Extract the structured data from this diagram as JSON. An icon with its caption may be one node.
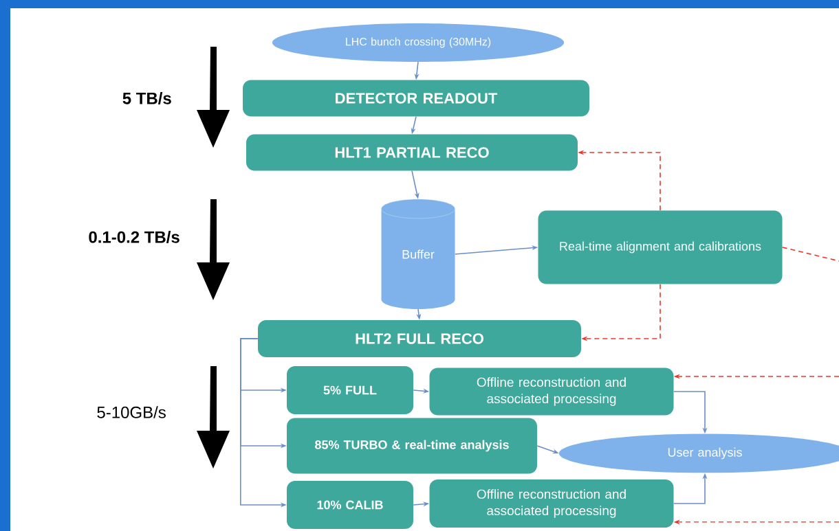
{
  "diagram": {
    "nodes": [
      {
        "text": [
          "LHC bunch crossing (30MHz)"
        ]
      },
      {
        "text": [
          "DETECTOR READOUT"
        ]
      },
      {
        "text": [
          "HLT1 PARTIAL RECO"
        ]
      },
      {
        "text": [
          "Buffer"
        ]
      },
      {
        "text": [
          "Real-time alignment and calibrations"
        ]
      },
      {
        "text": [
          "HLT2 FULL RECO"
        ]
      },
      {
        "text": [
          "5% FULL"
        ]
      },
      {
        "text": [
          "Offline reconstruction and associated processing"
        ]
      },
      {
        "text": [
          "85% TURBO & real-time analysis"
        ]
      },
      {
        "text": [
          "User analysis"
        ]
      },
      {
        "text": [
          "10% CALIB"
        ]
      },
      {
        "text": [
          "Offline reconstruction and associated processing"
        ]
      }
    ],
    "edges": [
      {
        "from": 0,
        "to": 1,
        "arrow": "to"
      },
      {
        "from": 1,
        "to": 2,
        "arrow": "to"
      },
      {
        "from": 2,
        "to": 3,
        "arrow": "to"
      },
      {
        "from": 3,
        "to": 4,
        "arrow": "to"
      },
      {
        "from": 3,
        "to": 5,
        "arrow": "to"
      },
      {
        "from": 4,
        "to": 2,
        "arrow": "to",
        "style": "dashed",
        "color": "#e8372a"
      },
      {
        "from": 4,
        "to": 5,
        "arrow": "to",
        "style": "dashed",
        "color": "#e8372a"
      },
      {
        "from": 4,
        "to": null,
        "arrow": "none",
        "style": "dashed",
        "color": "#e8372a"
      },
      {
        "from": null,
        "to": 7,
        "arrow": "to",
        "style": "dashed",
        "color": "#e8372a"
      },
      {
        "from": null,
        "to": 11,
        "arrow": "to",
        "style": "dashed",
        "color": "#e8372a"
      },
      {
        "from": 5,
        "to": 6,
        "arrow": "to"
      },
      {
        "from": 5,
        "to": 8,
        "arrow": "to"
      },
      {
        "from": 5,
        "to": 10,
        "arrow": "to"
      },
      {
        "from": 6,
        "to": 7,
        "arrow": "to"
      },
      {
        "from": 8,
        "to": 9,
        "arrow": "to"
      },
      {
        "from": 10,
        "to": 11,
        "arrow": "to"
      },
      {
        "from": 7,
        "to": 9,
        "arrow": "to"
      },
      {
        "from": 11,
        "to": 9,
        "arrow": "to"
      }
    ],
    "labels": [
      "5 TB/s",
      "0.1-0.2 TB/s",
      "5-10GB/s"
    ]
  }
}
